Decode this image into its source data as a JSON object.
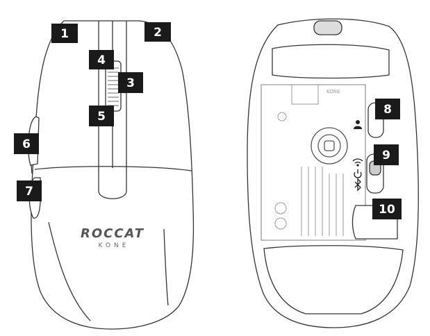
{
  "top_view": {
    "brand": "ROCCAT",
    "model": "KONE",
    "callouts": [
      {
        "id": "1",
        "text": "1",
        "target": "left-button"
      },
      {
        "id": "2",
        "text": "2",
        "target": "right-button"
      },
      {
        "id": "3",
        "text": "3",
        "target": "scroll-wheel"
      },
      {
        "id": "4",
        "text": "4",
        "target": "wheel-tilt-up"
      },
      {
        "id": "5",
        "text": "5",
        "target": "wheel-tilt-down"
      },
      {
        "id": "6",
        "text": "6",
        "target": "side-button-front"
      },
      {
        "id": "7",
        "text": "7",
        "target": "side-button-back"
      }
    ]
  },
  "bottom_view": {
    "model": "KONE",
    "callouts": [
      {
        "id": "8",
        "text": "8",
        "target": "profile-switch"
      },
      {
        "id": "9",
        "text": "9",
        "target": "connection-mode-switch"
      },
      {
        "id": "10",
        "text": "10",
        "target": "usb-dongle-compartment"
      }
    ],
    "icons": [
      "profile-icon",
      "wifi-icon",
      "power-icon",
      "bluetooth-icon"
    ]
  }
}
